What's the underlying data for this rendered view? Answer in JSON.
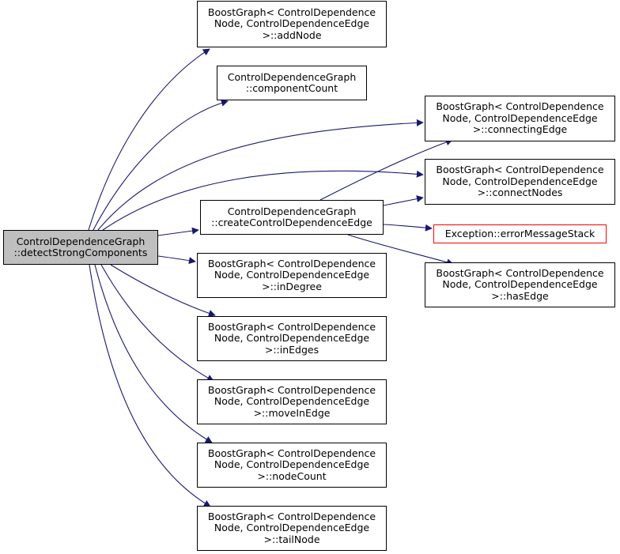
{
  "nodes": {
    "root": {
      "line1": "ControlDependenceGraph",
      "line2": "::detectStrongComponents"
    },
    "add_node": {
      "line1": "BoostGraph< ControlDependence",
      "line2": "Node, ControlDependenceEdge",
      "line3": ">::addNode"
    },
    "component_count": {
      "line1": "ControlDependenceGraph",
      "line2": "::componentCount"
    },
    "create_edge": {
      "line1": "ControlDependenceGraph",
      "line2": "::createControlDependenceEdge"
    },
    "in_degree": {
      "line1": "BoostGraph< ControlDependence",
      "line2": "Node, ControlDependenceEdge",
      "line3": ">::inDegree"
    },
    "in_edges": {
      "line1": "BoostGraph< ControlDependence",
      "line2": "Node, ControlDependenceEdge",
      "line3": ">::inEdges"
    },
    "move_in_edge": {
      "line1": "BoostGraph< ControlDependence",
      "line2": "Node, ControlDependenceEdge",
      "line3": ">::moveInEdge"
    },
    "node_count": {
      "line1": "BoostGraph< ControlDependence",
      "line2": "Node, ControlDependenceEdge",
      "line3": ">::nodeCount"
    },
    "tail_node": {
      "line1": "BoostGraph< ControlDependence",
      "line2": "Node, ControlDependenceEdge",
      "line3": ">::tailNode"
    },
    "connecting_edge": {
      "line1": "BoostGraph< ControlDependence",
      "line2": "Node, ControlDependenceEdge",
      "line3": ">::connectingEdge"
    },
    "connect_nodes": {
      "line1": "BoostGraph< ControlDependence",
      "line2": "Node, ControlDependenceEdge",
      "line3": ">::connectNodes"
    },
    "error_stack": {
      "line1": "Exception::errorMessageStack"
    },
    "has_edge": {
      "line1": "BoostGraph< ControlDependence",
      "line2": "Node, ControlDependenceEdge",
      "line3": ">::hasEdge"
    }
  },
  "edges": [
    [
      "root",
      "add_node"
    ],
    [
      "root",
      "component_count"
    ],
    [
      "root",
      "connecting_edge"
    ],
    [
      "root",
      "connect_nodes"
    ],
    [
      "root",
      "create_edge"
    ],
    [
      "root",
      "in_degree"
    ],
    [
      "root",
      "in_edges"
    ],
    [
      "root",
      "move_in_edge"
    ],
    [
      "root",
      "node_count"
    ],
    [
      "root",
      "tail_node"
    ],
    [
      "create_edge",
      "connecting_edge"
    ],
    [
      "create_edge",
      "connect_nodes"
    ],
    [
      "create_edge",
      "error_stack"
    ],
    [
      "create_edge",
      "has_edge"
    ]
  ],
  "colors": {
    "edge": "#191970",
    "root_fill": "#bfbfbf",
    "error_border": "#ff0000"
  }
}
